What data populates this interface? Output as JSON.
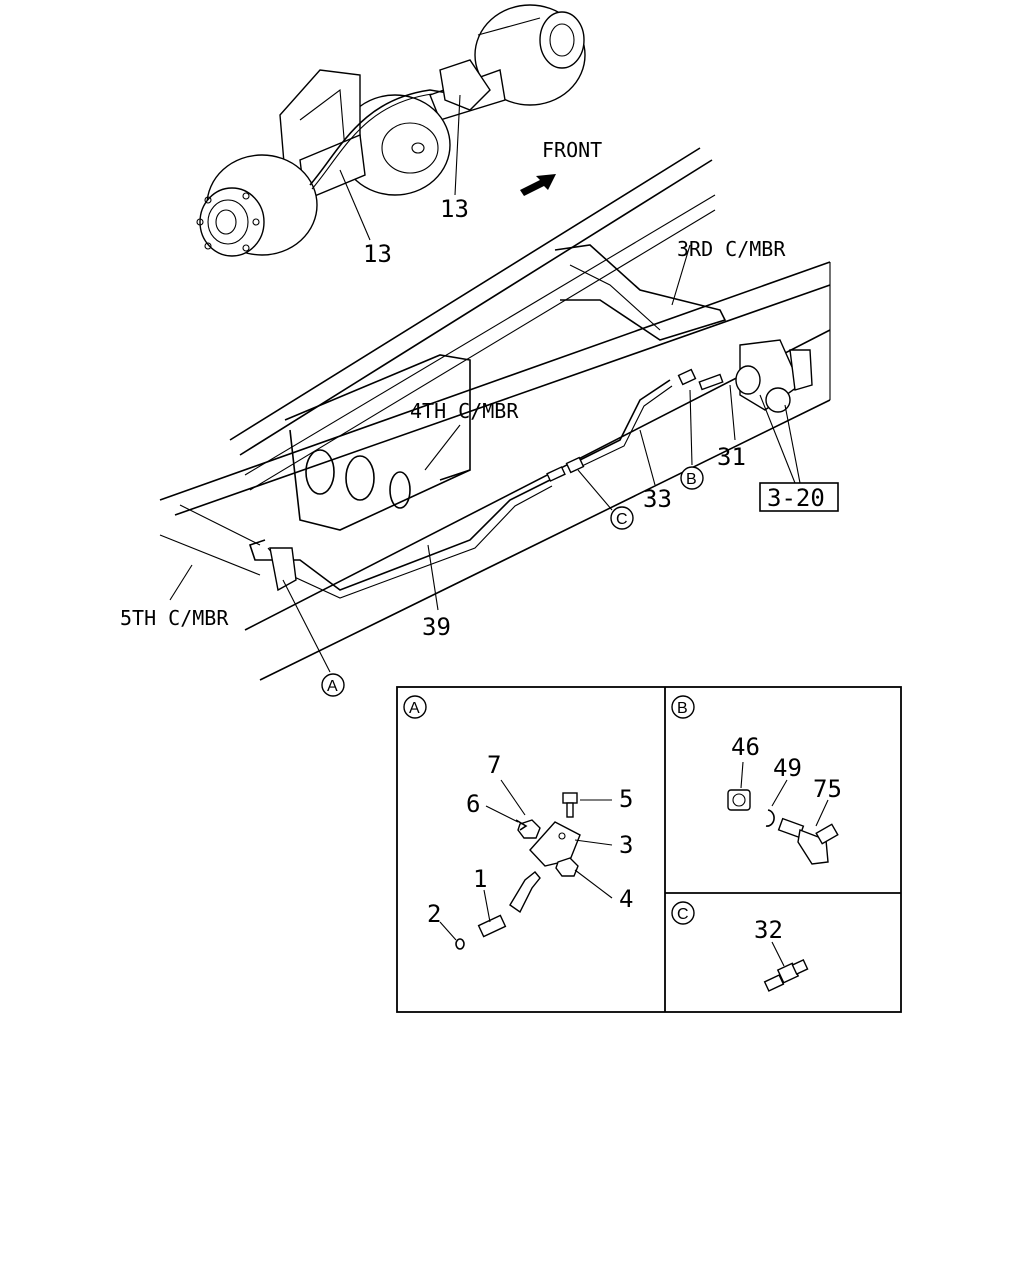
{
  "direction": {
    "front_label": "FRONT"
  },
  "crossmembers": {
    "third": "3RD C/MBR",
    "fourth": "4TH C/MBR",
    "fifth": "5TH C/MBR"
  },
  "callouts": {
    "axle_left": "13",
    "axle_right": "13",
    "p31": "31",
    "p33": "33",
    "p39": "39",
    "ref_box": "3-20"
  },
  "detail_markers": {
    "a": "A",
    "b": "B",
    "c": "C"
  },
  "detail_a": {
    "letter": "A",
    "parts": {
      "p1": "1",
      "p2": "2",
      "p3": "3",
      "p4": "4",
      "p5": "5",
      "p6": "6",
      "p7": "7"
    }
  },
  "detail_b": {
    "letter": "B",
    "parts": {
      "p46": "46",
      "p49": "49",
      "p75": "75"
    }
  },
  "detail_c": {
    "letter": "C",
    "parts": {
      "p32": "32"
    }
  }
}
